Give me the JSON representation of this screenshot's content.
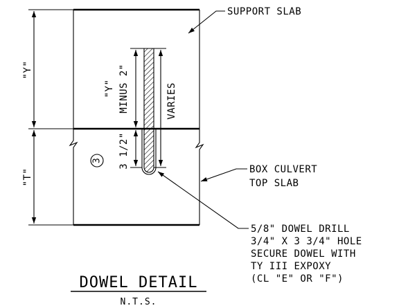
{
  "labels": {
    "support_slab": "SUPPORT SLAB",
    "box_culvert_line1": "BOX CULVERT",
    "box_culvert_line2": "TOP SLAB",
    "dowel_note": [
      "5/8\" DOWEL DRILL",
      "3/4\" X 3 3/4\" HOLE",
      "SECURE DOWEL WITH",
      "TY III EXPOXY",
      "(CL \"E\" OR \"F\")"
    ],
    "dim_y": "\"Y\"",
    "dim_t": "\"T\"",
    "dim_y_minus_line1": "\"Y\"",
    "dim_y_minus_line2": "MINUS 2\"",
    "dim_embed": "3 1/2\"",
    "dim_varies": "VARIES",
    "bar_mark": "3"
  },
  "title": "DOWEL DETAIL",
  "scale_note": "N.T.S."
}
